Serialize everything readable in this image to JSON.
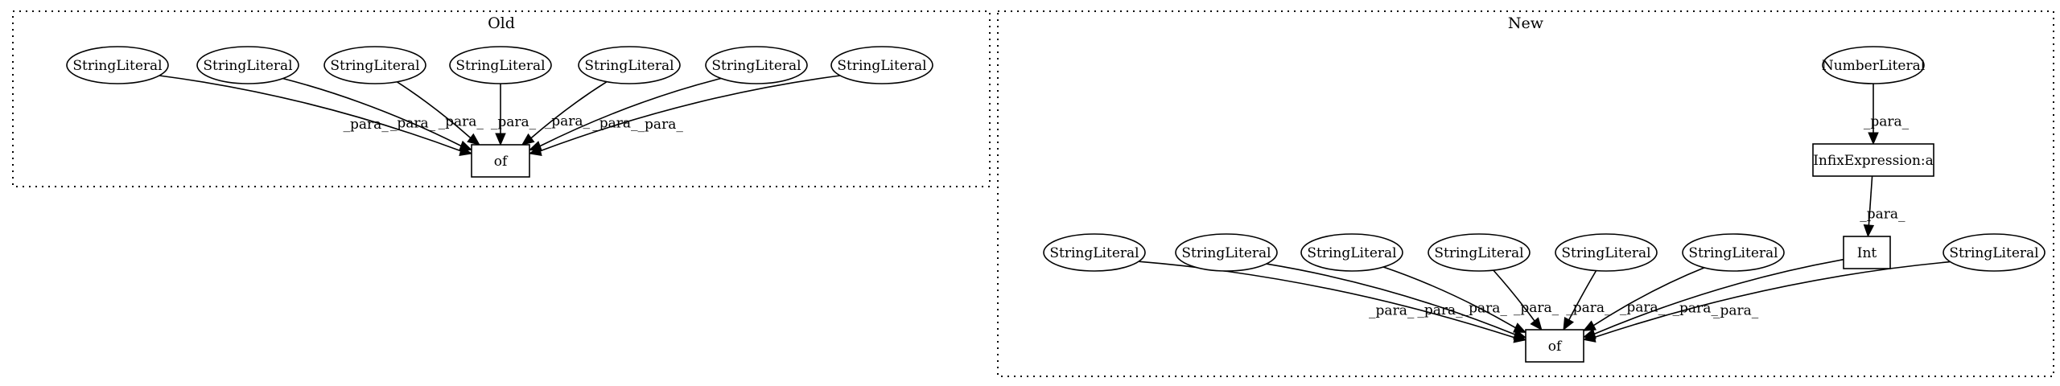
{
  "clusters": [
    {
      "id": "old",
      "label": "Old",
      "nodes": [
        {
          "id": "o1",
          "label": "StringLiteral",
          "shape": "ellipse"
        },
        {
          "id": "o2",
          "label": "StringLiteral",
          "shape": "ellipse"
        },
        {
          "id": "o3",
          "label": "StringLiteral",
          "shape": "ellipse"
        },
        {
          "id": "o4",
          "label": "StringLiteral",
          "shape": "ellipse"
        },
        {
          "id": "o5",
          "label": "StringLiteral",
          "shape": "ellipse"
        },
        {
          "id": "o6",
          "label": "StringLiteral",
          "shape": "ellipse"
        },
        {
          "id": "o7",
          "label": "StringLiteral",
          "shape": "ellipse"
        },
        {
          "id": "oOf",
          "label": "of",
          "shape": "box"
        }
      ],
      "edges": [
        {
          "from": "o1",
          "to": "oOf",
          "label": "_para_"
        },
        {
          "from": "o2",
          "to": "oOf",
          "label": "_para_"
        },
        {
          "from": "o3",
          "to": "oOf",
          "label": "_para_"
        },
        {
          "from": "o4",
          "to": "oOf",
          "label": "_para_"
        },
        {
          "from": "o5",
          "to": "oOf",
          "label": "_para_"
        },
        {
          "from": "o6",
          "to": "oOf",
          "label": "_para_"
        },
        {
          "from": "o7",
          "to": "oOf",
          "label": "_para_"
        }
      ]
    },
    {
      "id": "new",
      "label": "New",
      "nodes": [
        {
          "id": "nNum",
          "label": "NumberLiteral",
          "shape": "ellipse"
        },
        {
          "id": "nInfix",
          "label": "InfixExpression:a",
          "shape": "box"
        },
        {
          "id": "nInt",
          "label": "Int",
          "shape": "box"
        },
        {
          "id": "n1",
          "label": "StringLiteral",
          "shape": "ellipse"
        },
        {
          "id": "n2",
          "label": "StringLiteral",
          "shape": "ellipse"
        },
        {
          "id": "n3",
          "label": "StringLiteral",
          "shape": "ellipse"
        },
        {
          "id": "n4",
          "label": "StringLiteral",
          "shape": "ellipse"
        },
        {
          "id": "n5",
          "label": "StringLiteral",
          "shape": "ellipse"
        },
        {
          "id": "n6",
          "label": "StringLiteral",
          "shape": "ellipse"
        },
        {
          "id": "n7",
          "label": "StringLiteral",
          "shape": "ellipse"
        },
        {
          "id": "nOf",
          "label": "of",
          "shape": "box"
        }
      ],
      "edges": [
        {
          "from": "nNum",
          "to": "nInfix",
          "label": "_para_"
        },
        {
          "from": "nInfix",
          "to": "nInt",
          "label": "_para_"
        },
        {
          "from": "n1",
          "to": "nOf",
          "label": "_para_"
        },
        {
          "from": "n2",
          "to": "nOf",
          "label": "_para_"
        },
        {
          "from": "n3",
          "to": "nOf",
          "label": "_para_"
        },
        {
          "from": "n4",
          "to": "nOf",
          "label": "_para_"
        },
        {
          "from": "n5",
          "to": "nOf",
          "label": "_para_"
        },
        {
          "from": "n6",
          "to": "nOf",
          "label": "_para_"
        },
        {
          "from": "nInt",
          "to": "nOf",
          "label": "_para_"
        },
        {
          "from": "n7",
          "to": "nOf",
          "label": "_para_"
        }
      ]
    }
  ]
}
